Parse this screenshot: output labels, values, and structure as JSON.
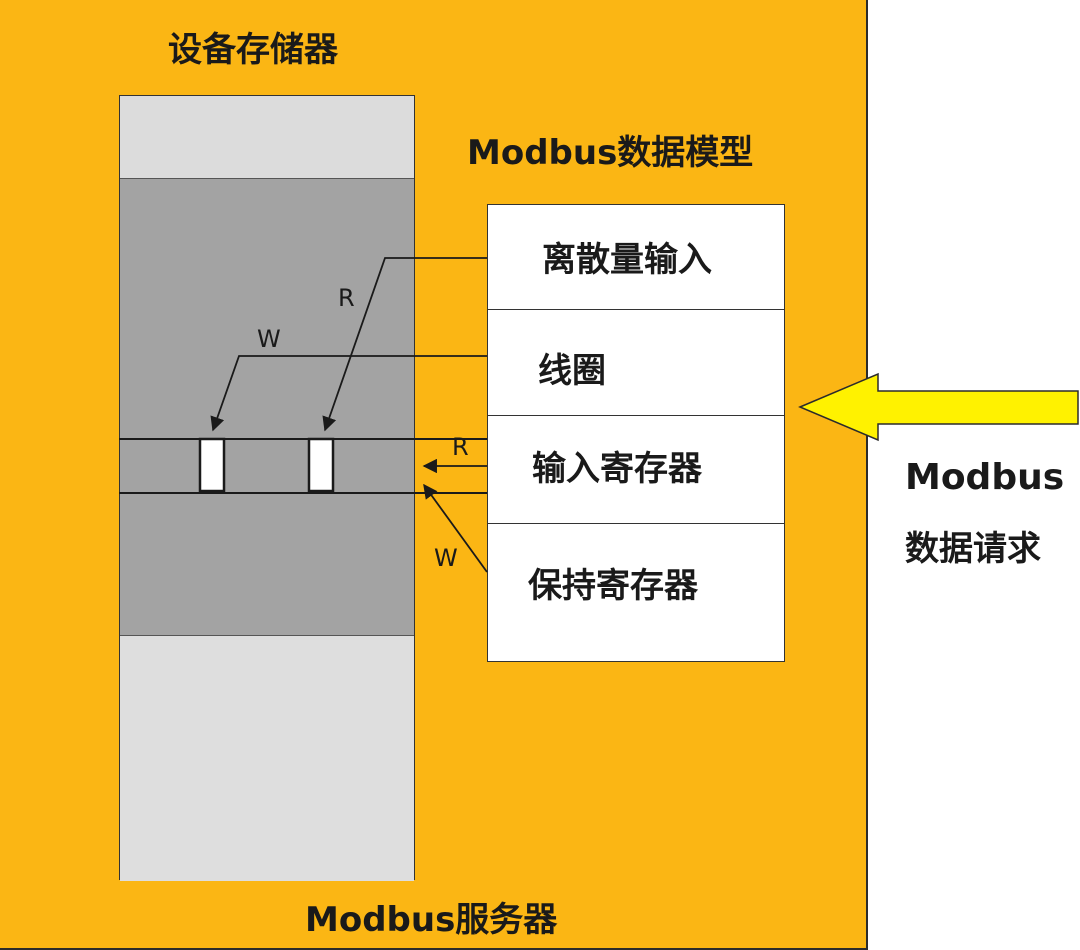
{
  "server": {
    "title": "Modbus服务器",
    "memory_title": "设备存储器",
    "model_title": "Modbus数据模型"
  },
  "data_model": {
    "items": [
      {
        "label": "离散量输入"
      },
      {
        "label": "线圈"
      },
      {
        "label": "输入寄存器"
      },
      {
        "label": "保持寄存器"
      }
    ]
  },
  "access": {
    "discrete_input": "R",
    "coil": "W",
    "input_register": "R",
    "holding_register": "W"
  },
  "request": {
    "line1": "Modbus",
    "line2": "数据请求"
  },
  "colors": {
    "panel_bg": "#fbb614",
    "memory_light": "#dcdcdc",
    "memory_dark": "#a3a3a3",
    "request_arrow": "#fff200"
  }
}
